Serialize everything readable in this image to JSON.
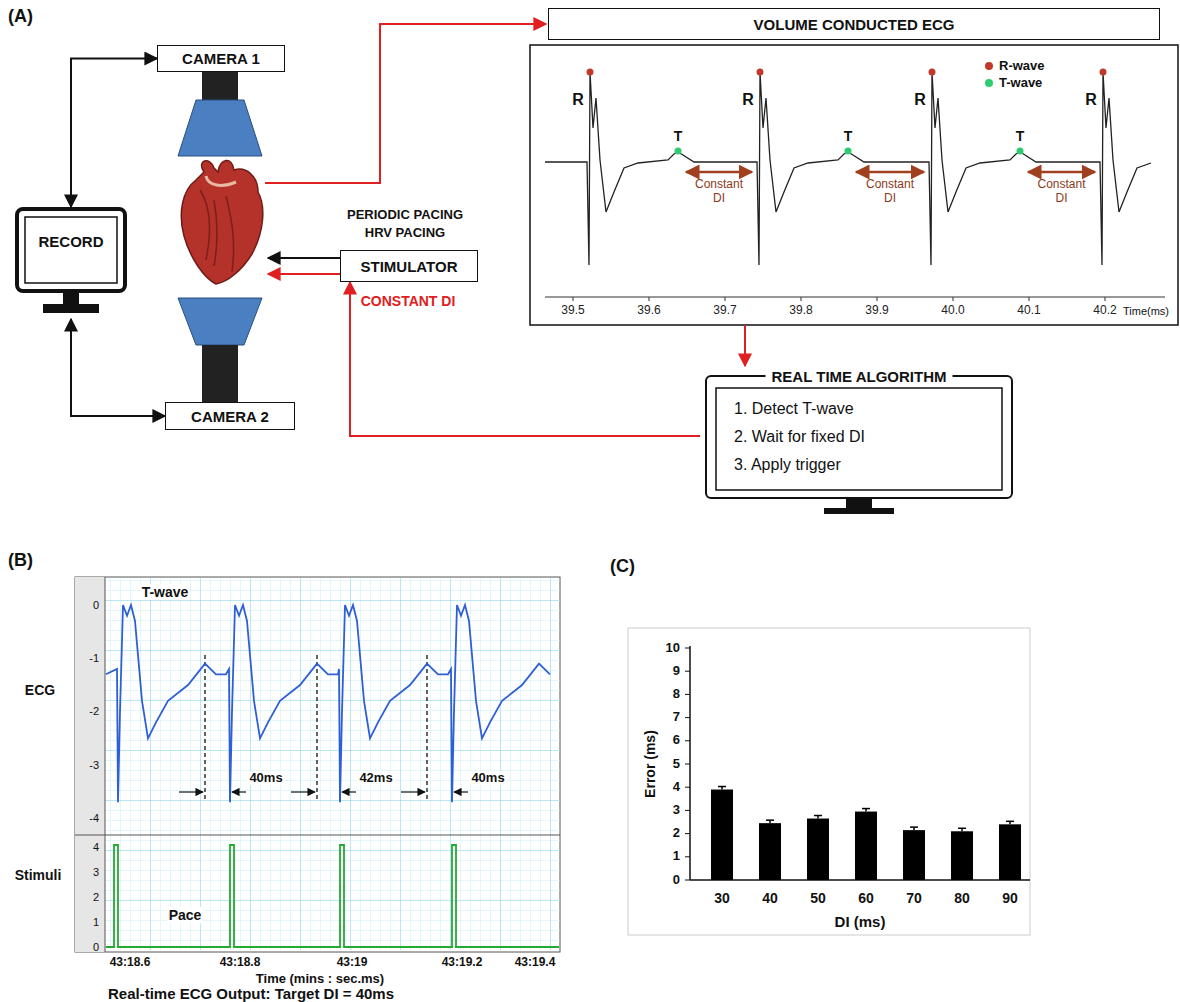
{
  "diagram": {
    "nodes": [
      {
        "text": [
          "CAMERA 1"
        ]
      },
      {
        "text": [
          "RECORD"
        ]
      },
      {
        "text": [
          "STIMULATOR"
        ]
      },
      {
        "text": [
          "CAMERA 2"
        ]
      },
      {
        "text": [
          "VOLUME CONDUCTED ECG"
        ]
      },
      {
        "text": [
          "REAL TIME ALGORITHM",
          "1. Detect T-wave",
          "2. Wait for fixed DI",
          "3. Apply trigger"
        ]
      }
    ],
    "edges": [
      {
        "from": 0,
        "to": 1,
        "arrow": "both"
      },
      {
        "from": 3,
        "to": 1,
        "arrow": "both"
      },
      {
        "from": 4,
        "to": 5,
        "arrow": "to"
      },
      {
        "from": 5,
        "to": 2,
        "arrow": "to"
      }
    ],
    "labels": [
      "(A)",
      "PERIODIC PACING",
      "HRV PACING",
      "CONSTANT DI",
      "R",
      "R",
      "R",
      "R",
      "T",
      "T",
      "T",
      "Constant DI",
      "Constant DI",
      "Constant DI",
      "39.5",
      "39.6",
      "39.7",
      "39.8",
      "39.9",
      "40.0",
      "40.1",
      "40.2",
      "Time(ms)",
      "(B)",
      "T-wave",
      "ECG",
      "Stimuli",
      "0",
      "-1",
      "-2",
      "-3",
      "-4",
      "4",
      "3",
      "2",
      "1",
      "0",
      "40ms",
      "42ms",
      "40ms",
      "Pace",
      "43:18.6",
      "43:18.8",
      "43:19",
      "43:19.2",
      "43:19.4",
      "Time (mins : sec.ms)",
      "Real-time ECG Output: Target DI = 40ms",
      "(C)",
      "10",
      "9",
      "8",
      "7",
      "6",
      "5",
      "4",
      "3",
      "2",
      "1",
      "0",
      "Error (ms)",
      "30",
      "40",
      "50",
      "60",
      "70",
      "80",
      "90",
      "DI (ms)"
    ],
    "legend": [
      {
        "text": "R-wave",
        "color": "#c0392b"
      },
      {
        "text": "T-wave",
        "color": "#2ecc71"
      }
    ]
  }
}
